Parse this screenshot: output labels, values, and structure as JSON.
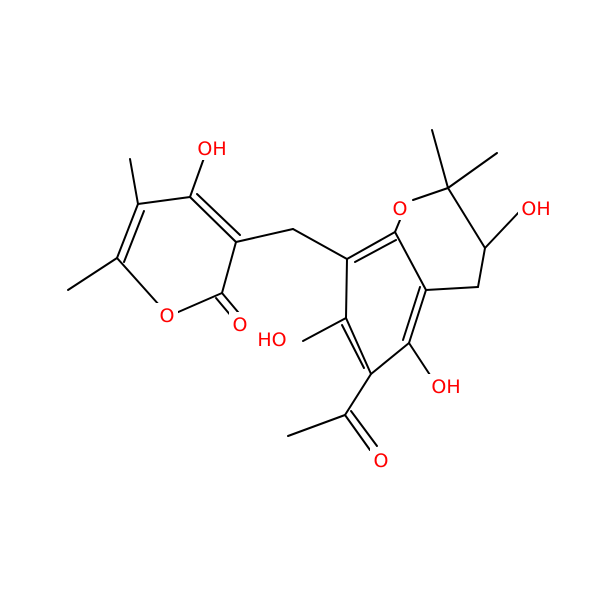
{
  "molecule": {
    "atom_labels": {
      "o_hydroxy_pyranone": "OH",
      "o_ring_pyranone": "O",
      "o_carbonyl_pyranone": "O",
      "o_ring_chromane": "O",
      "o_hydroxy_chromane": "OH",
      "o_hydroxy_left": "HO",
      "o_hydroxy_right": "OH",
      "o_carbonyl_acetyl": "O"
    },
    "colors": {
      "bond": "#000000",
      "oxygen": "#ff0000"
    }
  }
}
